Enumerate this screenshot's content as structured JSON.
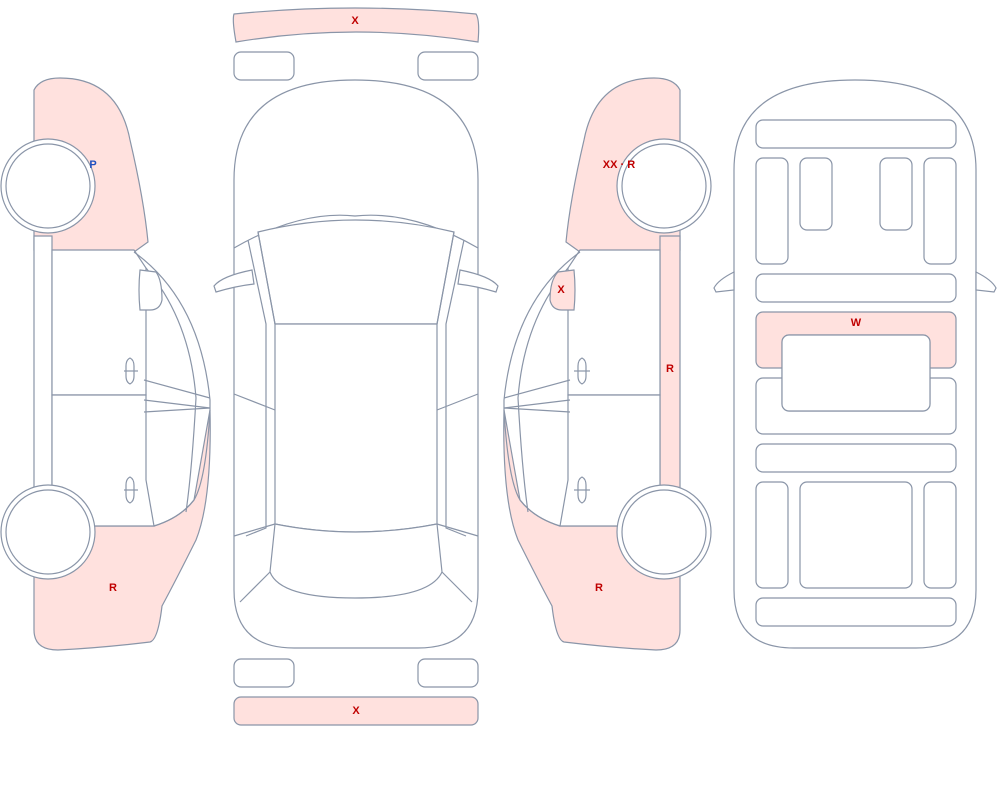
{
  "colors": {
    "damaged_fill": "#ffe1de",
    "outline": "#8a95a8",
    "damage_code_color": "#c00000",
    "paint_code_color": "#1f4fbf"
  },
  "marks": {
    "front_bumper": "X",
    "rear_bumper": "X",
    "left_front_fender": "P",
    "left_rear_quarter": "R",
    "right_front_fender": "XX · R",
    "right_mirror": "X",
    "right_rocker": "R",
    "right_rear_quarter": "R",
    "floor_panel": "W"
  }
}
